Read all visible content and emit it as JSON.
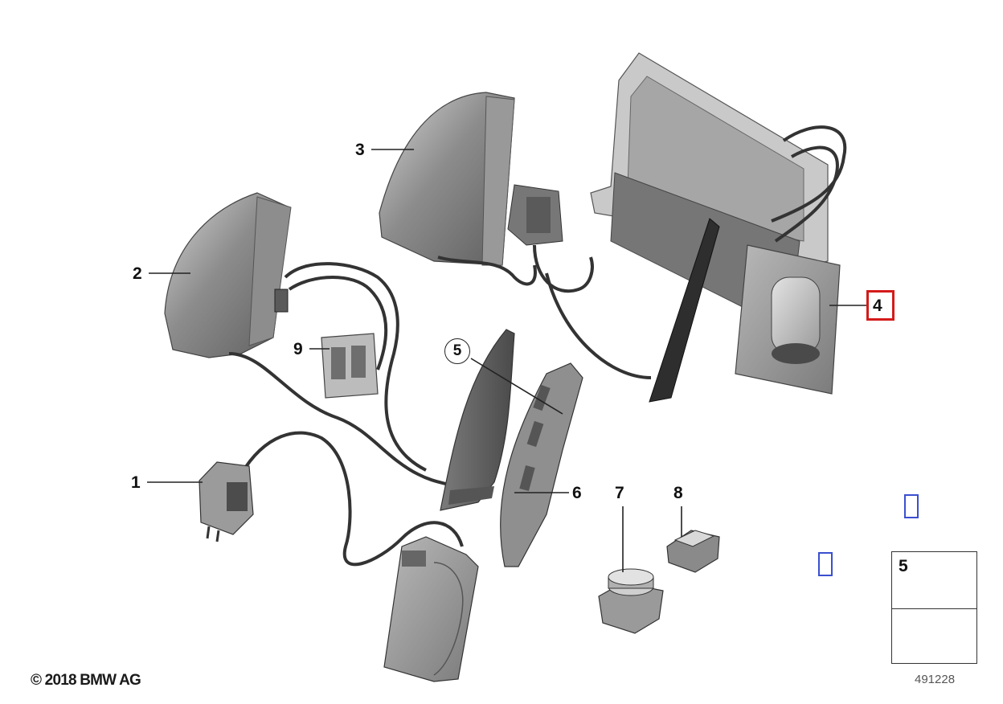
{
  "callouts": {
    "c1": "1",
    "c2": "2",
    "c3": "3",
    "c4": "4",
    "c5": "5",
    "c6": "6",
    "c7": "7",
    "c8": "8",
    "c9": "9"
  },
  "highlight_color": "#d41a1a",
  "marker_color": "#3a4fd0",
  "legend": {
    "number": "5"
  },
  "copyright": "© 2018 BMW AG",
  "image_number": "491228"
}
